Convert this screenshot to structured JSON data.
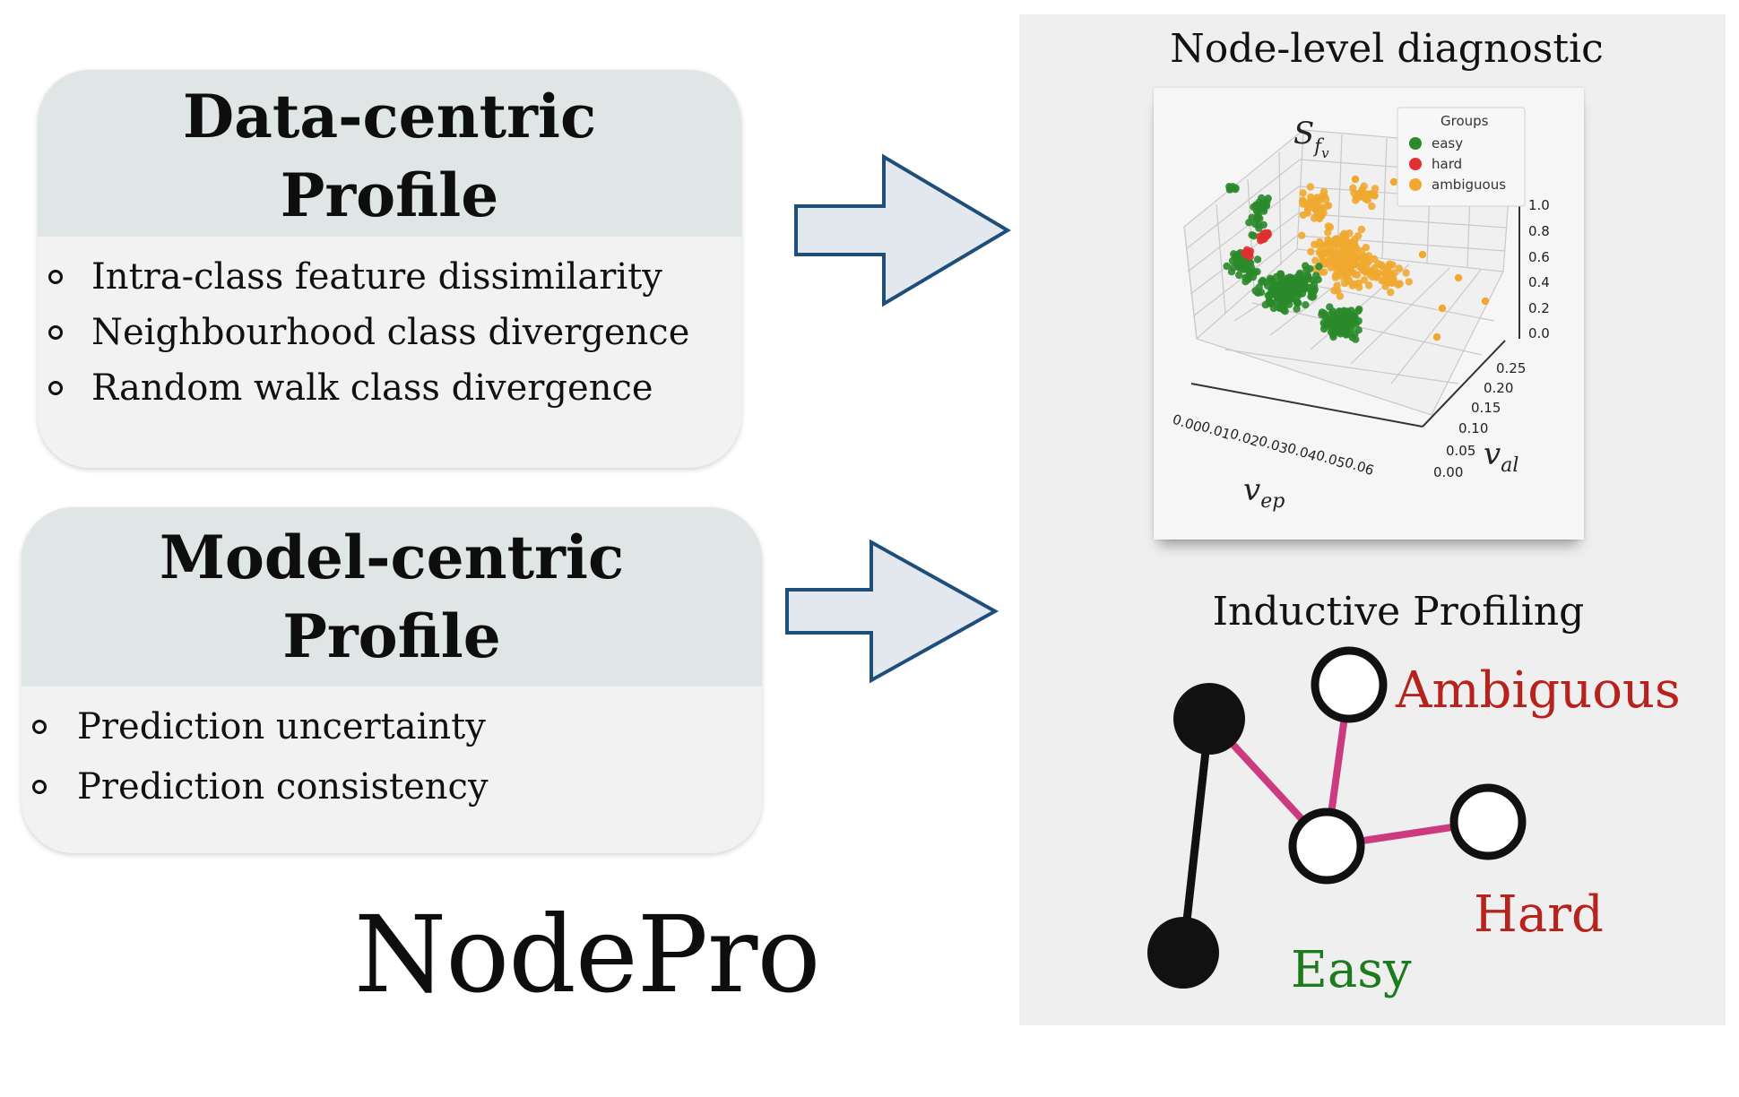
{
  "data_profile": {
    "title_line1": "Data-centric",
    "title_line2": "Profile",
    "items": [
      "Intra-class feature dissimilarity",
      "Neighbourhood class divergence",
      "Random walk class divergence"
    ]
  },
  "model_profile": {
    "title_line1": "Model-centric",
    "title_line2": "Profile",
    "items": [
      "Prediction uncertainty",
      "Prediction consistency"
    ]
  },
  "brand": "NodePro",
  "diagnostic": {
    "title": "Node-level diagnostic",
    "chart_data": {
      "type": "scatter",
      "projection": "3d",
      "x_axis": {
        "label": "v_ep",
        "ticks": [
          "0.00",
          "0.01",
          "0.02",
          "0.03",
          "0.04",
          "0.05",
          "0.06"
        ]
      },
      "y_axis": {
        "label": "v_al",
        "ticks": [
          "0.00",
          "0.05",
          "0.10",
          "0.15",
          "0.20",
          "0.25"
        ]
      },
      "z_axis": {
        "label": "S_fv",
        "ticks": [
          "0.0",
          "0.2",
          "0.4",
          "0.6",
          "0.8",
          "1.0"
        ]
      },
      "legend": {
        "title": "Groups",
        "placement": "top-right",
        "entries": [
          "easy",
          "hard",
          "ambiguous"
        ]
      },
      "series": [
        {
          "name": "easy",
          "color": "#2a8a2a"
        },
        {
          "name": "hard",
          "color": "#e03030"
        },
        {
          "name": "ambiguous",
          "color": "#f0a830"
        }
      ],
      "grid": true
    }
  },
  "inductive": {
    "title": "Inductive Profiling",
    "labels": {
      "ambiguous": "Ambiguous",
      "hard": "Hard",
      "easy": "Easy"
    },
    "colors": {
      "ambiguous": "#b8221c",
      "hard": "#b8221c",
      "easy": "#1d7a1d",
      "edge_pink": "#cc3a80",
      "edge_black": "#111111"
    }
  },
  "colors": {
    "arrow_fill": "#e3e8ef",
    "arrow_stroke": "#1d4f7a",
    "card_head": "#e0e5e5",
    "card_body": "#f2f2f2",
    "panel": "#efefef"
  }
}
